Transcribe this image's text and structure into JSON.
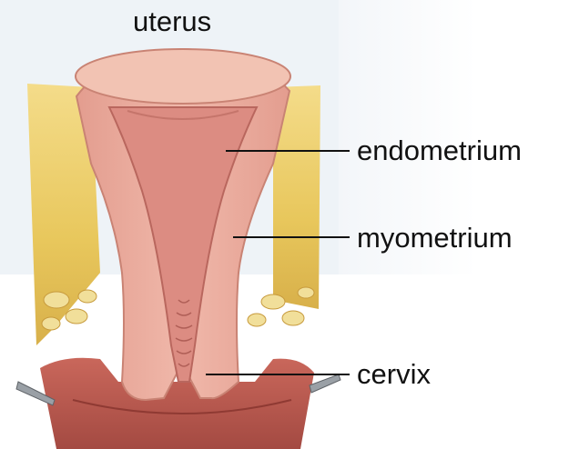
{
  "diagram": {
    "title": "uterus",
    "labels": {
      "endometrium": "endometrium",
      "myometrium": "myometrium",
      "cervix": "cervix"
    }
  },
  "colors": {
    "background_panel": "#eef3f7",
    "fat_yellow": "#e8c75c",
    "muscle_pink": "#e9a99a",
    "cavity_pink": "#d9827a",
    "vagina_red": "#b8574d",
    "leader_line": "#111111"
  }
}
